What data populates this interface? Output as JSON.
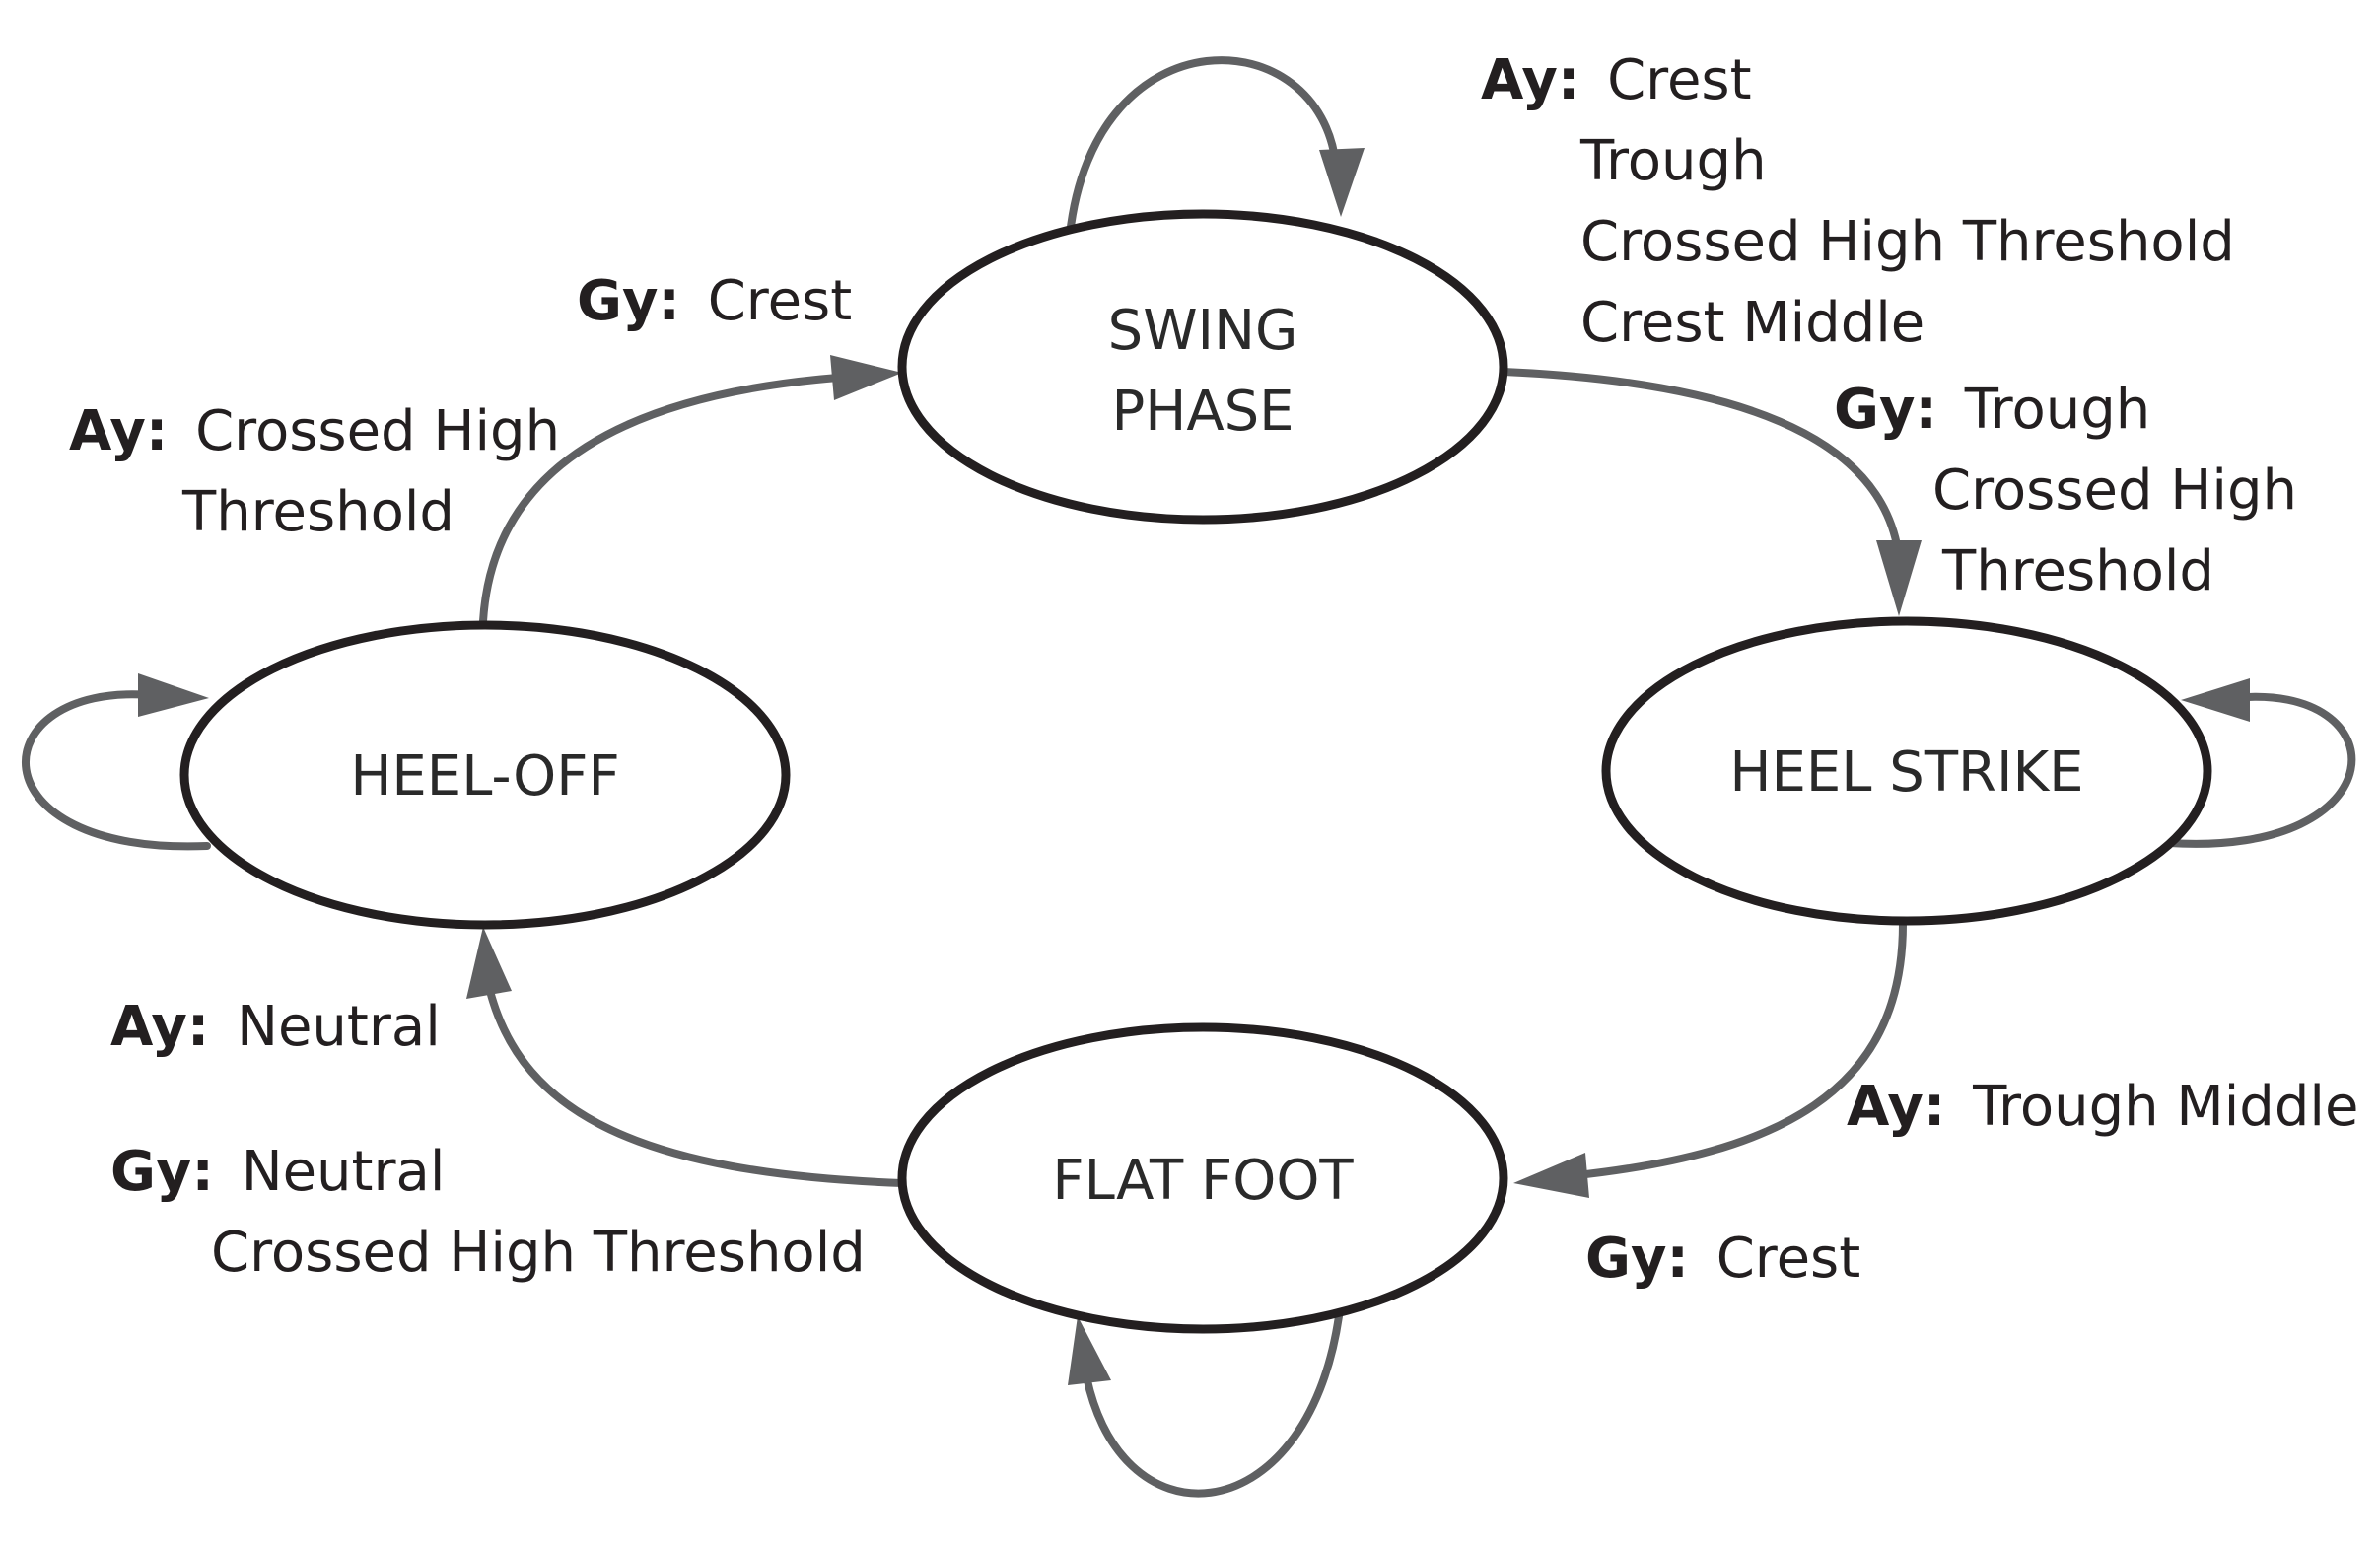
{
  "colors": {
    "state_stroke": "#231f20",
    "edge": "#5f6062",
    "text": "#231f20"
  },
  "states": {
    "swing": {
      "line1": "SWING",
      "line2": "PHASE"
    },
    "heel_strike": {
      "label": "HEEL STRIKE"
    },
    "flat_foot": {
      "label": "FLAT FOOT"
    },
    "heel_off": {
      "label": "HEEL-OFF"
    }
  },
  "transitions": {
    "swing_to_heel_strike": {
      "ay_key": "Ay:",
      "ay_values": [
        "Crest",
        "Trough",
        "Crossed High Threshold",
        "Crest Middle"
      ],
      "gy_key": "Gy:",
      "gy_values": [
        "Trough",
        "Crossed High",
        "Threshold"
      ]
    },
    "heel_strike_to_flat_foot": {
      "ay_key": "Ay:",
      "ay_value": "Trough Middle",
      "gy_key": "Gy:",
      "gy_value": "Crest"
    },
    "flat_foot_to_heel_off": {
      "ay_key": "Ay:",
      "ay_value": "Neutral",
      "gy_key": "Gy:",
      "gy_values": [
        "Neutral",
        "Crossed High Threshold"
      ]
    },
    "heel_off_to_swing": {
      "gy_key": "Gy:",
      "gy_value": "Crest",
      "ay_key": "Ay:",
      "ay_values": [
        "Crossed High",
        "Threshold"
      ]
    }
  }
}
